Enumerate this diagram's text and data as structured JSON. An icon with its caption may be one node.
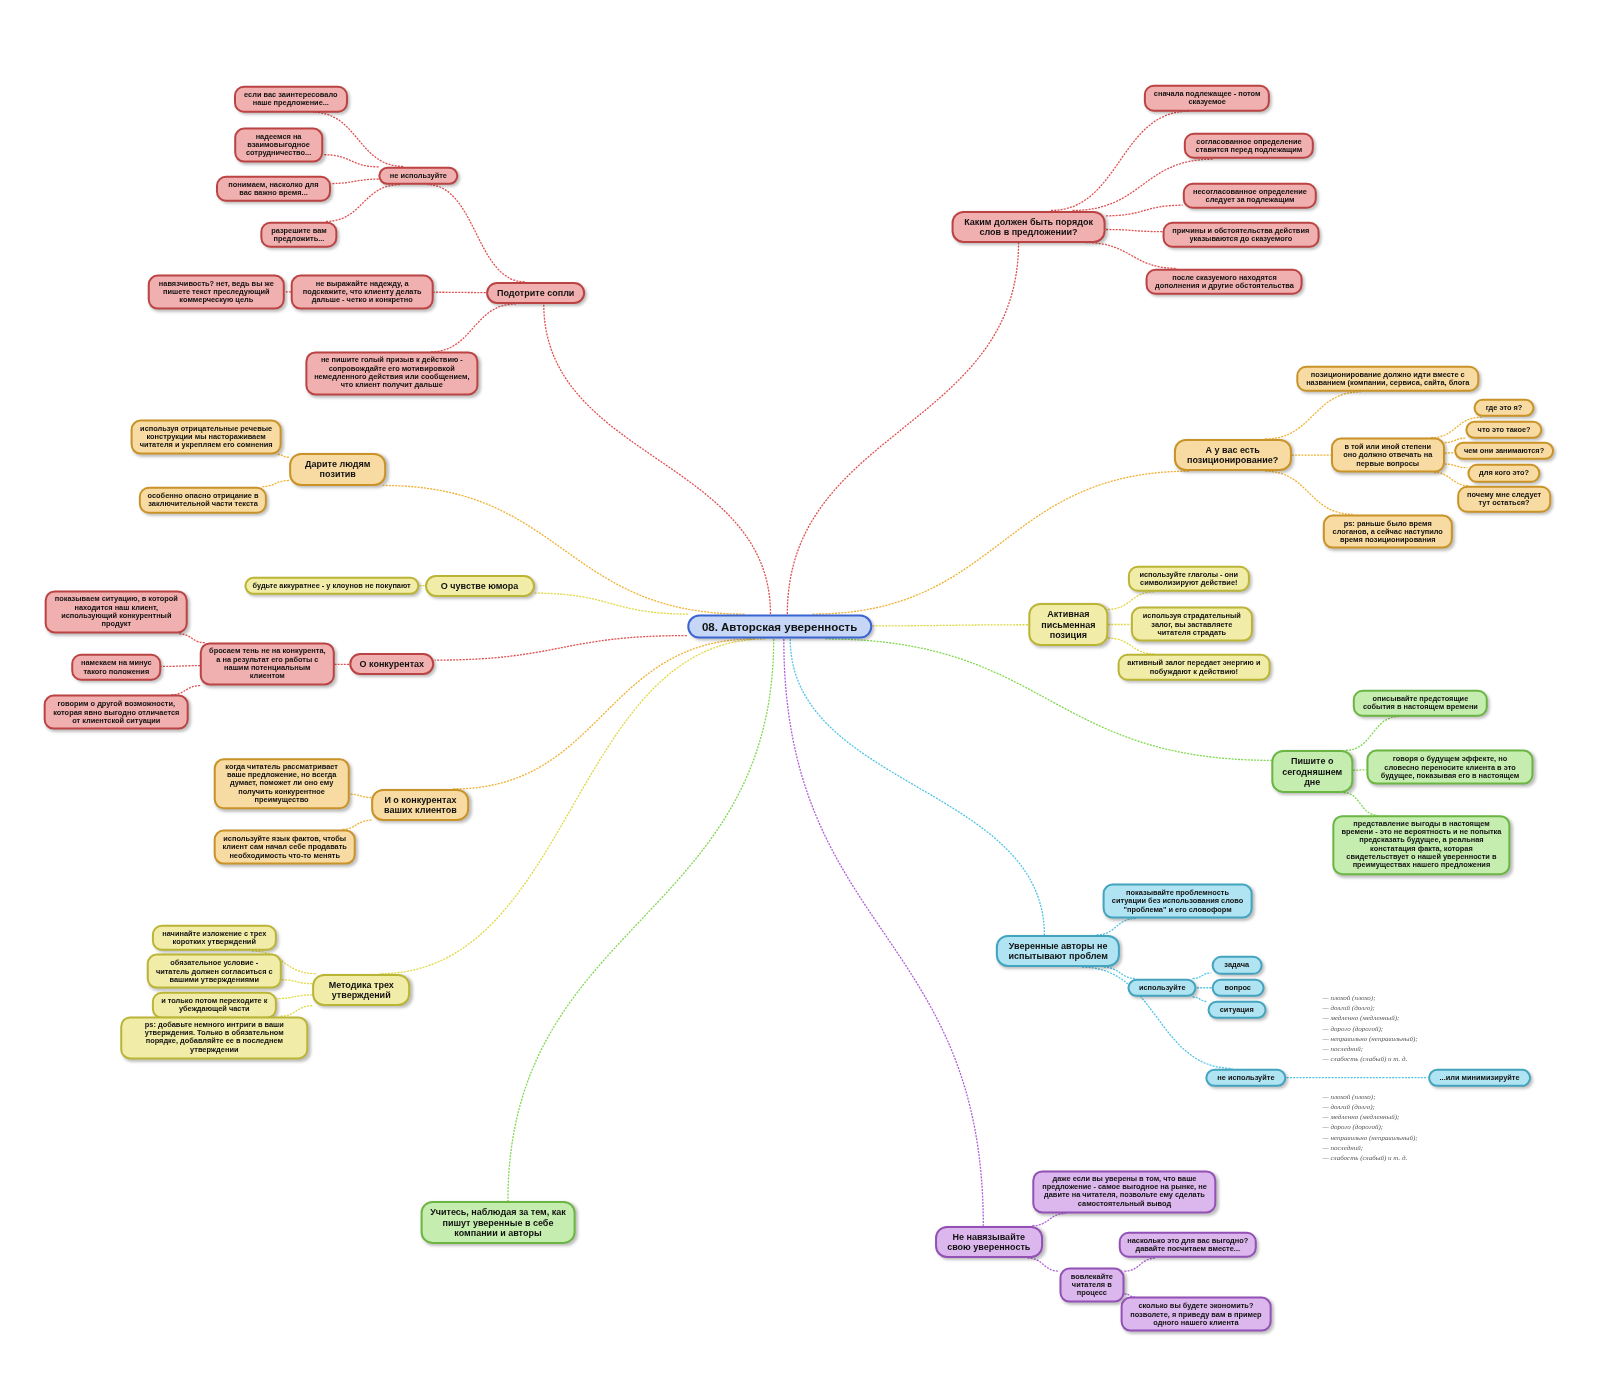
{
  "diagram": {
    "nodes": [
      {
        "text": [
          "08. Авторская уверенность"
        ]
      },
      {
        "text": [
          "Подотрите сопли"
        ]
      },
      {
        "text": [
          "не используйте"
        ]
      },
      {
        "text": [
          "если вас заинтересовало наше предложение..."
        ]
      },
      {
        "text": [
          "надеемся на взаимовыгодное сотрудничество..."
        ]
      },
      {
        "text": [
          "понимаем, насколко для вас важно время..."
        ]
      },
      {
        "text": [
          "разрешите вам предложить..."
        ]
      },
      {
        "text": [
          "не выражайте надежду, а подскажите, что клиенту делать дальше - четко и конкретно"
        ]
      },
      {
        "text": [
          "навязчивость? нет, ведь вы же пишете текст преследующий коммерческую цель"
        ]
      },
      {
        "text": [
          "не пишите голый призыв к действию - сопровождайте его мотивировкой немедленного действия или сообщением, что клиент получит дальше"
        ]
      },
      {
        "text": [
          "Каким должен быть порядок слов в предложении?"
        ]
      },
      {
        "text": [
          "сначала подлежащее - потом сказуемое"
        ]
      },
      {
        "text": [
          "согласованное определение ставится перед подлежащим"
        ]
      },
      {
        "text": [
          "несогласованное определение следует за подлежащим"
        ]
      },
      {
        "text": [
          "причины и обстоятельства действия указываются до сказуемого"
        ]
      },
      {
        "text": [
          "после сказуемого находятся дополнения и другие обстоятельства"
        ]
      },
      {
        "text": [
          "А у вас есть позиционирование?"
        ]
      },
      {
        "text": [
          "позиционирование должно идти вместе с названием (компании, сервиса, сайта, блога"
        ]
      },
      {
        "text": [
          "в той или иной степени оно должно отвечать на первые вопросы"
        ]
      },
      {
        "text": [
          "где это я?"
        ]
      },
      {
        "text": [
          "что это такое?"
        ]
      },
      {
        "text": [
          "чем они занимаются?"
        ]
      },
      {
        "text": [
          "для кого это?"
        ]
      },
      {
        "text": [
          "почему мне следует тут остаться?"
        ]
      },
      {
        "text": [
          "ps: раньше было время слоганов, а сейчас наступило время позиционирования"
        ]
      },
      {
        "text": [
          "Активная письменная позиция"
        ]
      },
      {
        "text": [
          "используйте глаголы - они символизируют действие!"
        ]
      },
      {
        "text": [
          "используя страдательный залог, вы заставляете читателя страдать"
        ]
      },
      {
        "text": [
          "активный залог передает энергию и побуждают к действию!"
        ]
      },
      {
        "text": [
          "Пишите о сегодняшнем дне"
        ]
      },
      {
        "text": [
          "описывайте предстоящие события в настоящем времени"
        ]
      },
      {
        "text": [
          "говоря о будущем эффекте, но словесно переносите клиента в это будущее, показывая его в настоящем"
        ]
      },
      {
        "text": [
          "представление выгоды в настоящем времени - это не вероятность и не попытка предсказать будущее, а реальная констатация факта, которая свидетельствует о нашей уверенности в преимуществах нашего предложения"
        ]
      },
      {
        "text": [
          "Уверенные авторы не испытывают проблем"
        ]
      },
      {
        "text": [
          "показывайте проблемность ситуации без использования слово \"проблема\" и его словоформ"
        ]
      },
      {
        "text": [
          "используйте"
        ]
      },
      {
        "text": [
          "задача"
        ]
      },
      {
        "text": [
          "вопрос"
        ]
      },
      {
        "text": [
          "ситуация"
        ]
      },
      {
        "text": [
          "не используйте"
        ]
      },
      {
        "text": [
          "...или минимизируйте"
        ]
      },
      {
        "text": [
          "Не навязывайте свою уверенность"
        ]
      },
      {
        "text": [
          "даже если вы уверены в том, что ваше предложение - самое выгодное на рынке, не давите на читателя, позвольте ему сделать самостоятельный вывод"
        ]
      },
      {
        "text": [
          "вовлекайте читателя в процесс"
        ]
      },
      {
        "text": [
          "насколько это для вас выгодно? давайте посчитаем вместе..."
        ]
      },
      {
        "text": [
          "сколько вы будете экономить? позволете, я приведу вам в пример одного нашего клиента"
        ]
      },
      {
        "text": [
          "Учитесь, наблюдая за тем, как пишут уверенные в себе компании и авторы"
        ]
      },
      {
        "text": [
          "Методика трех утверждений"
        ]
      },
      {
        "text": [
          "начинайте изложение с трех коротких утверждений"
        ]
      },
      {
        "text": [
          "обязательное условие - читатель должен согласиться с вашими утверждениями"
        ]
      },
      {
        "text": [
          "и только потом переходите к убеждающей части"
        ]
      },
      {
        "text": [
          "ps: добавьте немного интриги в ваши утверждения. Только в обязательном порядке, добавляйте ее в последнем утверждении"
        ]
      },
      {
        "text": [
          "И о конкурентах ваших клиентов"
        ]
      },
      {
        "text": [
          "когда читатель рассматривает ваше предложение, но всегда думает, поможет ли оно ему получить конкурентное преимущество"
        ]
      },
      {
        "text": [
          "используйте язык фактов, чтобы клиент сам начал себе продавать необходимость что-то менять"
        ]
      },
      {
        "text": [
          "О конкурентах"
        ]
      },
      {
        "text": [
          "бросаем тень не на конкурента, а на результат его работы с нашим потенциальным клиентом"
        ]
      },
      {
        "text": [
          "показываем ситуацию, в которой находится наш клиент, использующий конкурентный продукт"
        ]
      },
      {
        "text": [
          "намекаем на минус такого положения"
        ]
      },
      {
        "text": [
          "говорим о другой возможности, которая явно выгодно отличается от клиентской ситуации"
        ]
      },
      {
        "text": [
          "О чувстве юмора"
        ]
      },
      {
        "text": [
          "будьте аккуратнее - у клоунов не покупают"
        ]
      },
      {
        "text": [
          "Дарите людям позитив"
        ]
      },
      {
        "text": [
          "используя отрицательные речевые конструкции мы настораживаем читателя и укрепляем его сомнения"
        ]
      },
      {
        "text": [
          "особенно опасно отрицание в заключительной части текста"
        ]
      }
    ],
    "edges": [
      {
        "from": 0,
        "to": 1,
        "arrow": "none"
      },
      {
        "from": 1,
        "to": 2,
        "arrow": "none"
      },
      {
        "from": 2,
        "to": 3,
        "arrow": "none"
      },
      {
        "from": 2,
        "to": 4,
        "arrow": "none"
      },
      {
        "from": 2,
        "to": 5,
        "arrow": "none"
      },
      {
        "from": 2,
        "to": 6,
        "arrow": "none"
      },
      {
        "from": 1,
        "to": 7,
        "arrow": "none"
      },
      {
        "from": 7,
        "to": 8,
        "arrow": "none"
      },
      {
        "from": 1,
        "to": 9,
        "arrow": "none"
      },
      {
        "from": 0,
        "to": 10,
        "arrow": "none"
      },
      {
        "from": 10,
        "to": 11,
        "arrow": "none"
      },
      {
        "from": 10,
        "to": 12,
        "arrow": "none"
      },
      {
        "from": 10,
        "to": 13,
        "arrow": "none"
      },
      {
        "from": 10,
        "to": 14,
        "arrow": "none"
      },
      {
        "from": 10,
        "to": 15,
        "arrow": "none"
      },
      {
        "from": 0,
        "to": 16,
        "arrow": "none",
        "color": "#f0b030"
      },
      {
        "from": 16,
        "to": 17,
        "arrow": "none",
        "color": "#f0b030"
      },
      {
        "from": 16,
        "to": 18,
        "arrow": "none",
        "color": "#f0b030"
      },
      {
        "from": 18,
        "to": 19,
        "arrow": "none",
        "color": "#f0b030"
      },
      {
        "from": 18,
        "to": 20,
        "arrow": "none",
        "color": "#f0b030"
      },
      {
        "from": 18,
        "to": 21,
        "arrow": "none",
        "color": "#f0b030"
      },
      {
        "from": 18,
        "to": 22,
        "arrow": "none",
        "color": "#f0b030"
      },
      {
        "from": 18,
        "to": 23,
        "arrow": "none",
        "color": "#f0b030"
      },
      {
        "from": 16,
        "to": 24,
        "arrow": "none",
        "color": "#f0b030"
      },
      {
        "from": 0,
        "to": 25,
        "arrow": "none",
        "color": "#e0d840"
      },
      {
        "from": 25,
        "to": 26,
        "arrow": "none",
        "color": "#e0d840"
      },
      {
        "from": 25,
        "to": 27,
        "arrow": "none",
        "color": "#e0d840"
      },
      {
        "from": 25,
        "to": 28,
        "arrow": "none",
        "color": "#e0d840"
      },
      {
        "from": 0,
        "to": 29,
        "arrow": "none",
        "color": "#80d850"
      },
      {
        "from": 29,
        "to": 30,
        "arrow": "none",
        "color": "#80d850"
      },
      {
        "from": 29,
        "to": 31,
        "arrow": "none",
        "color": "#80d850"
      },
      {
        "from": 29,
        "to": 32,
        "arrow": "none",
        "color": "#80d850"
      },
      {
        "from": 0,
        "to": 33,
        "arrow": "none",
        "color": "#50c4e4"
      },
      {
        "from": 33,
        "to": 34,
        "arrow": "none",
        "color": "#50c4e4"
      },
      {
        "from": 33,
        "to": 35,
        "arrow": "none",
        "color": "#50c4e4"
      },
      {
        "from": 35,
        "to": 36,
        "arrow": "none",
        "color": "#50c4e4"
      },
      {
        "from": 35,
        "to": 37,
        "arrow": "none",
        "color": "#50c4e4"
      },
      {
        "from": 35,
        "to": 38,
        "arrow": "none",
        "color": "#50c4e4"
      },
      {
        "from": 33,
        "to": 39,
        "arrow": "none",
        "color": "#50c4e4"
      },
      {
        "from": 39,
        "to": 40,
        "arrow": "none",
        "color": "#50c4e4"
      },
      {
        "from": 0,
        "to": 41,
        "arrow": "none",
        "color": "#b060d8"
      },
      {
        "from": 41,
        "to": 42,
        "arrow": "none",
        "color": "#b060d8"
      },
      {
        "from": 41,
        "to": 43,
        "arrow": "none",
        "color": "#b060d8"
      },
      {
        "from": 43,
        "to": 44,
        "arrow": "none",
        "color": "#b060d8"
      },
      {
        "from": 43,
        "to": 45,
        "arrow": "none",
        "color": "#b060d8"
      },
      {
        "from": 0,
        "to": 46,
        "arrow": "none",
        "color": "#80d850"
      },
      {
        "from": 0,
        "to": 47,
        "arrow": "none",
        "color": "#e0d840"
      },
      {
        "from": 47,
        "to": 48,
        "arrow": "none",
        "color": "#e0d840"
      },
      {
        "from": 47,
        "to": 49,
        "arrow": "none",
        "color": "#e0d840"
      },
      {
        "from": 47,
        "to": 50,
        "arrow": "none",
        "color": "#e0d840"
      },
      {
        "from": 47,
        "to": 51,
        "arrow": "none",
        "color": "#e0d840"
      },
      {
        "from": 0,
        "to": 52,
        "arrow": "none",
        "color": "#f0b030"
      },
      {
        "from": 52,
        "to": 53,
        "arrow": "none",
        "color": "#f0b030"
      },
      {
        "from": 52,
        "to": 54,
        "arrow": "none",
        "color": "#f0b030"
      },
      {
        "from": 0,
        "to": 55,
        "arrow": "none"
      },
      {
        "from": 55,
        "to": 56,
        "arrow": "none"
      },
      {
        "from": 56,
        "to": 57,
        "arrow": "none"
      },
      {
        "from": 56,
        "to": 58,
        "arrow": "none"
      },
      {
        "from": 56,
        "to": 59,
        "arrow": "none"
      },
      {
        "from": 0,
        "to": 60,
        "arrow": "none",
        "color": "#e0d840"
      },
      {
        "from": 60,
        "to": 61,
        "arrow": "none",
        "color": "#e0d840"
      },
      {
        "from": 0,
        "to": 62,
        "arrow": "none",
        "color": "#f0b030"
      },
      {
        "from": 62,
        "to": 63,
        "arrow": "none",
        "color": "#f0b030"
      },
      {
        "from": 62,
        "to": 64,
        "arrow": "none",
        "color": "#f0b030"
      }
    ],
    "labels": [
      "— плохой (плохо);",
      "— долгий (долго);",
      "— медленно (медленный);",
      "— дорого (дорогой);",
      "— неправильно (неправильный);",
      "— последний;",
      "— слабость (слабый) и т. д.",
      "— плохой (плохо);",
      "— долгий (долго);",
      "— медленно (медленный);",
      "— дорого (дорогой);",
      "— неправильно (неправильный);",
      "— последний;",
      "— слабость (слабый) и т. д."
    ]
  }
}
